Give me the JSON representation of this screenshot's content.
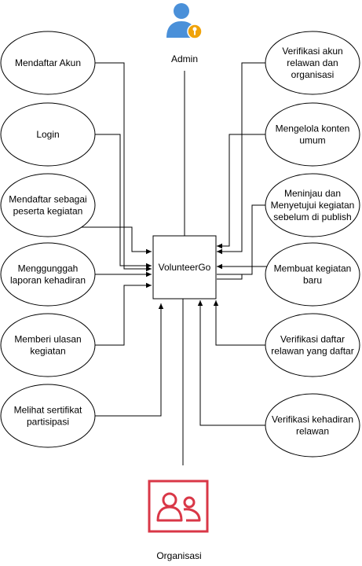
{
  "system": {
    "label": "VolunteerGo"
  },
  "actors": {
    "admin": {
      "label": "Admin",
      "icon": "admin-user-icon",
      "color": "#4a90d9",
      "badge_color": "#f0a30a"
    },
    "organisasi": {
      "label": "Organisasi",
      "icon": "organization-group-icon",
      "color": "#d93747"
    }
  },
  "left_processes": [
    {
      "id": "mendaftar-akun",
      "lines": [
        "Mendaftar Akun"
      ]
    },
    {
      "id": "login",
      "lines": [
        "Login"
      ]
    },
    {
      "id": "mendaftar-peserta",
      "lines": [
        "Mendaftar sebagai",
        "peserta kegiatan"
      ]
    },
    {
      "id": "mengunggah-laporan",
      "lines": [
        "Menggunggah",
        "laporan kehadiran"
      ]
    },
    {
      "id": "memberi-ulasan",
      "lines": [
        "Memberi ulasan",
        "kegiatan"
      ]
    },
    {
      "id": "melihat-sertifikat",
      "lines": [
        "Melihat sertifikat",
        "partisipasi"
      ]
    }
  ],
  "right_processes": [
    {
      "id": "verifikasi-akun",
      "lines": [
        "Verifikasi akun",
        "relawan dan",
        "organisasi"
      ]
    },
    {
      "id": "mengelola-konten",
      "lines": [
        "Mengelola konten",
        "umum"
      ]
    },
    {
      "id": "meninjau-kegiatan",
      "lines": [
        "Meninjau dan",
        "Menyetujui kegiatan",
        "sebelum di publish"
      ]
    },
    {
      "id": "membuat-kegiatan",
      "lines": [
        "Membuat kegiatan",
        "baru"
      ]
    },
    {
      "id": "verifikasi-daftar",
      "lines": [
        "Verifikasi daftar",
        "relawan yang daftar"
      ]
    },
    {
      "id": "verifikasi-kehadiran",
      "lines": [
        "Verifikasi kehadiran",
        "relawan"
      ]
    }
  ]
}
